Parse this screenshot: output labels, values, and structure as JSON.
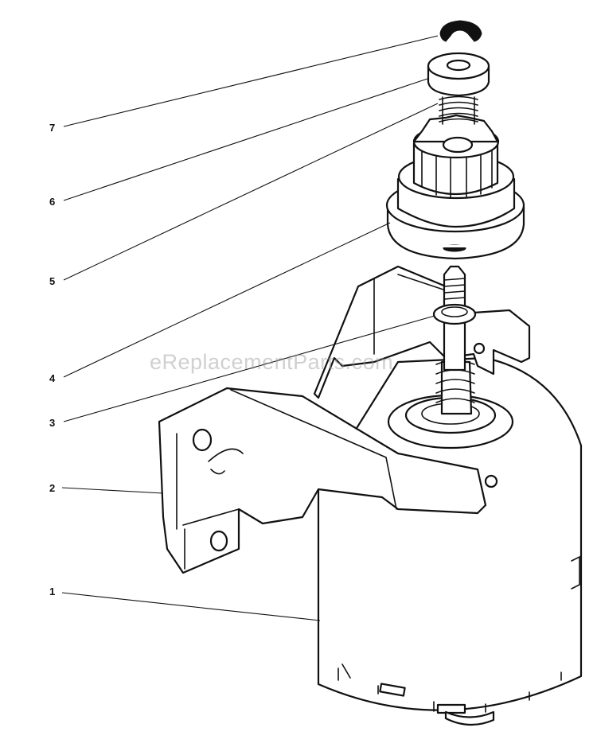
{
  "watermark": "eReplacementParts.com",
  "callouts": [
    "1",
    "2",
    "3",
    "4",
    "5",
    "6",
    "7"
  ],
  "colors": {
    "ink": "#111111",
    "paper": "#ffffff",
    "watermark": "#969696"
  }
}
